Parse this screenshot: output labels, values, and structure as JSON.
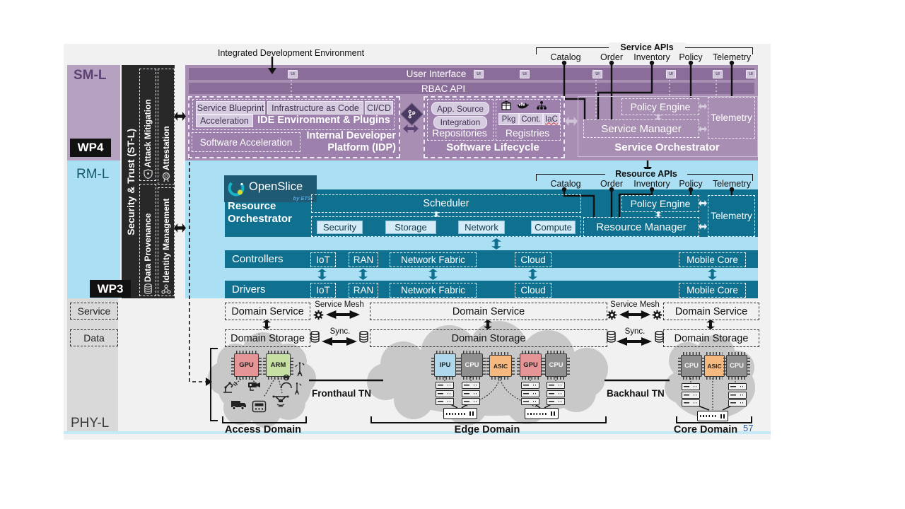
{
  "slide": {
    "page_number": "57"
  },
  "top": {
    "ide_label": "Integrated Development Environment"
  },
  "service_apis": {
    "title": "Service APIs",
    "items": [
      "Catalog",
      "Order",
      "Inventory",
      "Policy",
      "Telemetry"
    ]
  },
  "resource_apis": {
    "title": "Resource APIs",
    "items": [
      "Catalog",
      "Order",
      "Inventory",
      "Policy",
      "Telemetry"
    ]
  },
  "layers": {
    "sm": "SM-L",
    "rm": "RM-L",
    "phy": "PHY-L"
  },
  "workpackages": {
    "wp4": "WP4",
    "wp3": "WP3"
  },
  "left_legend": {
    "service": "Service",
    "data": "Data"
  },
  "security": {
    "title": "Security & Trust (ST-L)",
    "attack_mitigation": "Attack Mitigation",
    "attestation": "Attestation",
    "data_provenance": "Data Provenance",
    "identity_management": "Identity Management"
  },
  "sm_layer": {
    "user_interface": "User Interface",
    "ui_badge": "UI",
    "rbac_api": "RBAC API",
    "idp": {
      "service_blueprint": "Service Blueprint",
      "infrastructure_as_code": "Infrastructure as Code",
      "cicd": "CI/CD",
      "acceleration": "Acceleration",
      "ide_env": "IDE Environment & Plugins",
      "software_acceleration": "Software Acceleration",
      "title": "Internal Developer Platform (IDP)"
    },
    "lifecycle": {
      "app_source": "App. Source",
      "integration": "Integration",
      "repositories": "Repositories",
      "pkg": "Pkg",
      "cont": "Cont.",
      "iac": "IaC",
      "registries": "Registries",
      "title": "Software Lifecycle"
    },
    "service_orchestrator": {
      "policy_engine": "Policy Engine",
      "telemetry": "Telemetry",
      "service_manager": "Service Manager",
      "title": "Service Orchestrator"
    }
  },
  "rm_layer": {
    "openslice": {
      "name": "OpenSlice",
      "byline": "by ETSI"
    },
    "resource_orchestrator": {
      "title": "Resource Orchestrator",
      "scheduler": "Scheduler",
      "security": "Security",
      "storage": "Storage",
      "network": "Network",
      "compute": "Compute",
      "resource_manager": "Resource Manager",
      "policy_engine": "Policy Engine",
      "telemetry": "Telemetry"
    },
    "controllers": {
      "label": "Controllers",
      "items": [
        "IoT",
        "RAN",
        "Network Fabric",
        "Cloud",
        "Mobile Core"
      ]
    },
    "drivers": {
      "label": "Drivers",
      "items": [
        "IoT",
        "RAN",
        "Network Fabric",
        "Cloud",
        "Mobile Core"
      ]
    }
  },
  "domain_layer": {
    "domain_service": "Domain Service",
    "domain_storage": "Domain Storage",
    "service_mesh": "Service Mesh",
    "sync": "Sync."
  },
  "phy_layer": {
    "fronthaul": "Fronthaul TN",
    "backhaul": "Backhaul TN",
    "access": {
      "label": "Access Domain",
      "chips": [
        "GPU",
        "ARM"
      ]
    },
    "edge": {
      "label": "Edge Domain",
      "chips": [
        "IPU",
        "CPU",
        "ASIC",
        "GPU",
        "CPU"
      ]
    },
    "core": {
      "label": "Core Domain",
      "chips": [
        "CPU",
        "ASIC",
        "CPU"
      ]
    }
  },
  "colors": {
    "sm_purple": "#a88eb2",
    "sm_purple_dark": "#8a6d99",
    "sm_band": "#b5a2c1",
    "rm_blue": "#abdff4",
    "teal": "#0f7090",
    "openslice_box": "#1f5a75",
    "phy_gray": "#d9d9d9",
    "security_black": "#282828",
    "chip_gpu": "#e59595",
    "chip_arm": "#c6dfa3",
    "chip_ipu": "#aed9ec",
    "chip_cpu": "#8f8f8f",
    "chip_asic": "#f5b87e",
    "openslice_teal": "#17b5c8",
    "page_blue": "#2a6099"
  }
}
